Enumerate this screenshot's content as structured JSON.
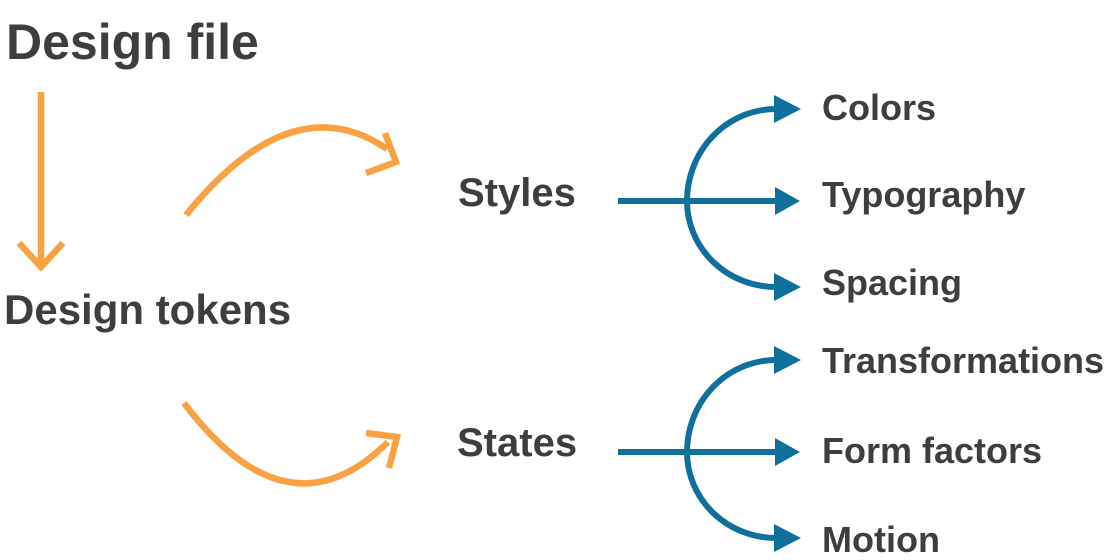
{
  "colors": {
    "orange": "#F9A243",
    "blue": "#0F709C",
    "text": "#3E3E3E"
  },
  "nodes": {
    "design_file": "Design file",
    "design_tokens": "Design tokens",
    "styles": "Styles",
    "states": "States"
  },
  "styles_children": [
    "Colors",
    "Typography",
    "Spacing"
  ],
  "states_children": [
    "Transformations",
    "Form factors",
    "Motion"
  ],
  "icons": {
    "down_arrow": "arrow-down",
    "curve_up_arrow": "curved-arrow-up-right",
    "curve_down_arrow": "curved-arrow-down-right",
    "fork_arrow": "three-way-fork-arrow"
  }
}
